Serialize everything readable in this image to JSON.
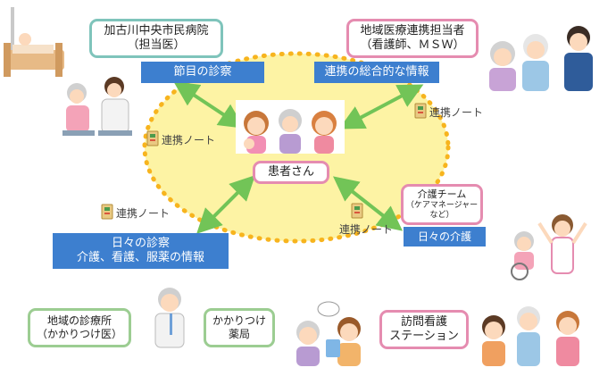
{
  "nodes": {
    "hospital": {
      "line1": "加古川中央市民病院",
      "line2": "（担当医）"
    },
    "coordinator": {
      "line1": "地域医療連携担当者",
      "line2": "（看護師、ＭＳＷ）"
    },
    "patient": {
      "label": "患者さん"
    },
    "care_team": {
      "line1": "介護チーム",
      "line2": "（ケアマネージャー",
      "line3": "など）"
    },
    "clinic": {
      "line1": "地域の診療所",
      "line2": "（かかりつけ医）"
    },
    "pharmacy": {
      "line1": "かかりつけ",
      "line2": "薬局"
    },
    "nursing": {
      "line1": "訪問看護",
      "line2": "ステーション"
    }
  },
  "bars": {
    "milestone": "節目の診察",
    "comprehensive": "連携の総合的な情報",
    "daily_care": "日々の介護",
    "daily_exam": {
      "line1": "日々の診察",
      "line2": "介護、看護、服薬の情報"
    }
  },
  "notes": {
    "note_label": "連携ノート"
  },
  "colors": {
    "ellipse_fill": "#fdf3a4",
    "ellipse_dots": "#f7b41e",
    "arrow": "#72c457",
    "bar_blue": "#3d7fcf",
    "box_pink": "#e58cb0",
    "box_green": "#9ccd92"
  }
}
